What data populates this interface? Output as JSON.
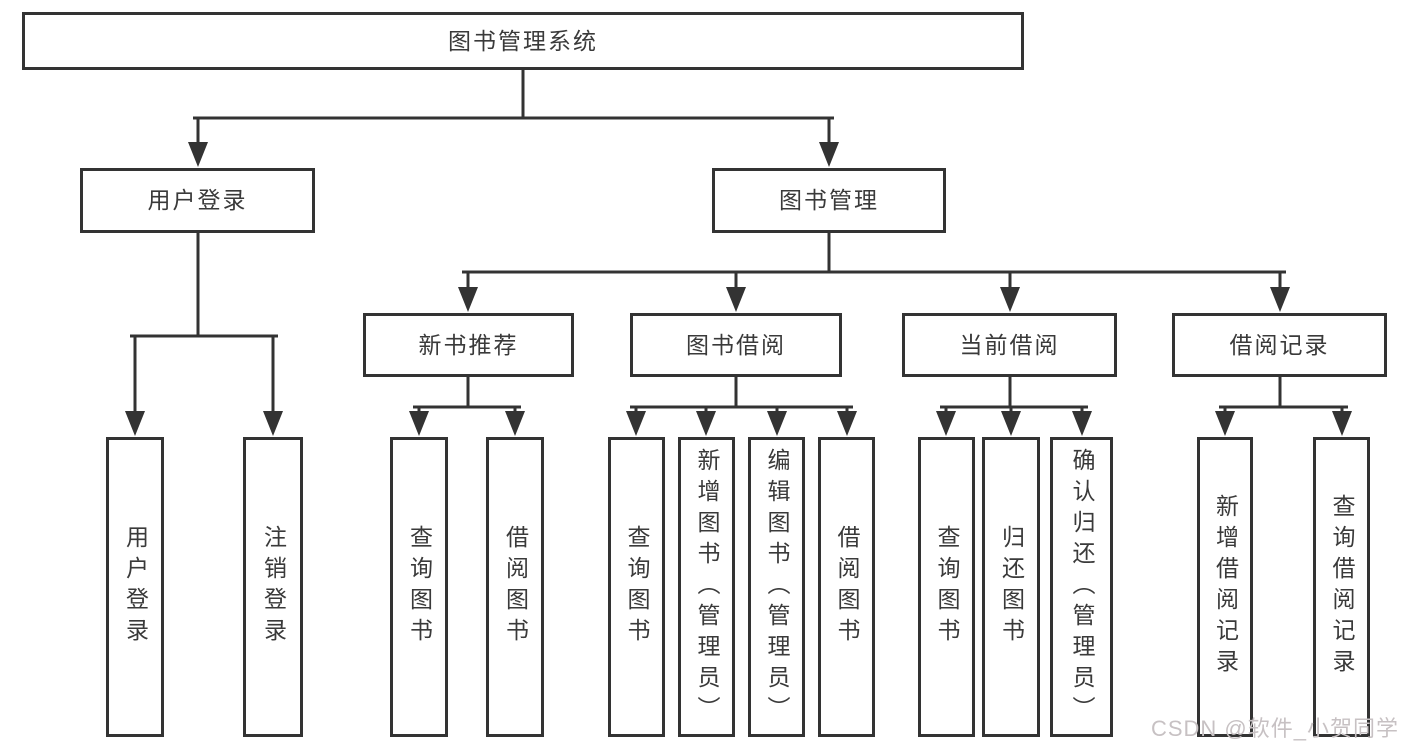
{
  "diagram": {
    "root": {
      "label": "图书管理系统"
    },
    "level2": [
      {
        "label": "用户登录"
      },
      {
        "label": "图书管理"
      }
    ],
    "level3": [
      {
        "label": "新书推荐"
      },
      {
        "label": "图书借阅"
      },
      {
        "label": "当前借阅"
      },
      {
        "label": "借阅记录"
      }
    ],
    "leaves": {
      "user_login": [
        {
          "label": "用户登录"
        },
        {
          "label": "注销登录"
        }
      ],
      "new_book": [
        {
          "label": "查询图书"
        },
        {
          "label": "借阅图书"
        }
      ],
      "book_borrow": [
        {
          "label": "查询图书"
        },
        {
          "label": "新增图书（管理员）"
        },
        {
          "label": "编辑图书（管理员）"
        },
        {
          "label": "借阅图书"
        }
      ],
      "current_borrow": [
        {
          "label": "查询图书"
        },
        {
          "label": "归还图书"
        },
        {
          "label": "确认归还（管理员）"
        }
      ],
      "borrow_records": [
        {
          "label": "新增借阅记录"
        },
        {
          "label": "查询借阅记录"
        }
      ]
    }
  },
  "watermark": "CSDN @软件_小贺同学",
  "colors": {
    "line": "#333333",
    "text": "#3a3a3a",
    "watermark_text": "#c7c1c3",
    "background": "#ffffff"
  }
}
